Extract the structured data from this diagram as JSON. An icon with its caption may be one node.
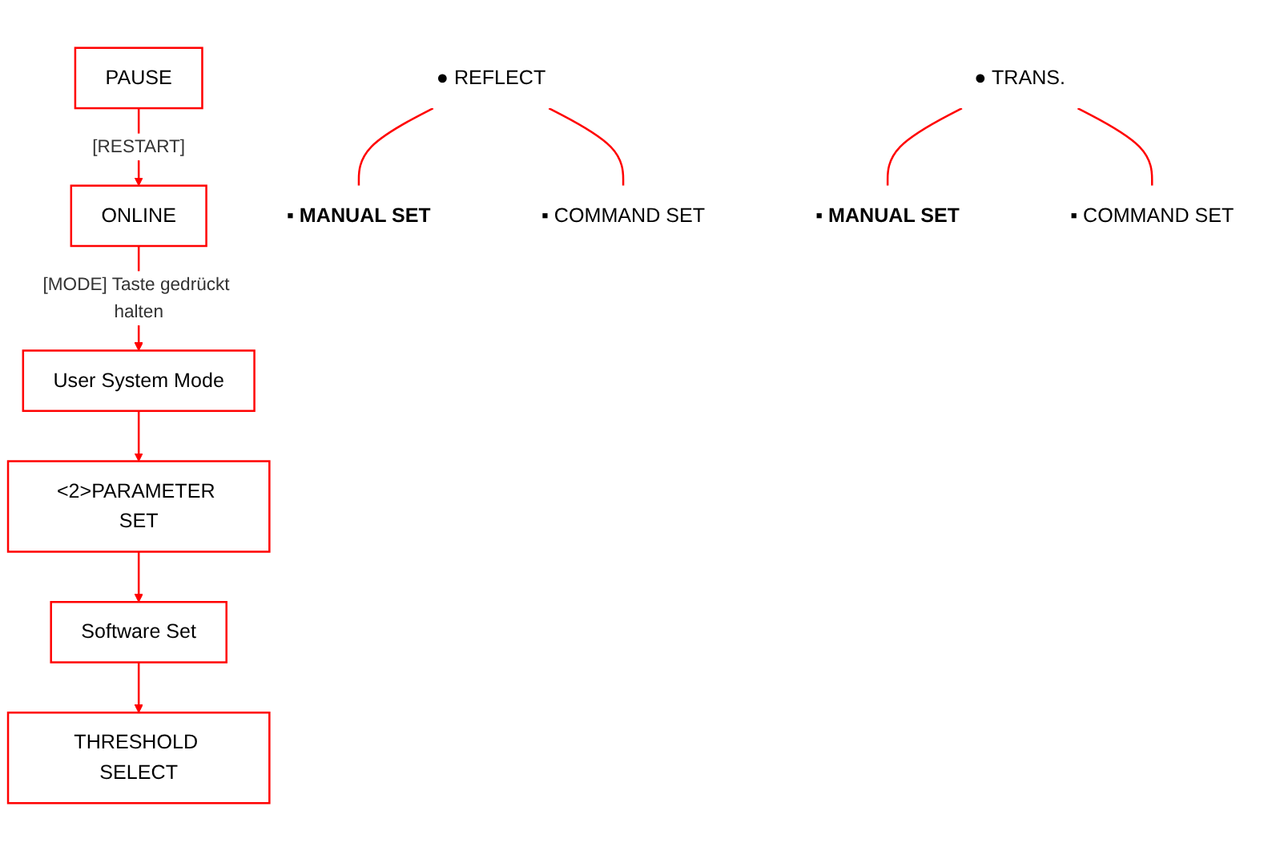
{
  "diagram": {
    "nodes": [
      {
        "text": [
          "PAUSE"
        ]
      },
      {
        "text": [
          "ONLINE"
        ]
      },
      {
        "text": [
          "User System Mode"
        ]
      },
      {
        "text": [
          "<2>PARAMETER SET"
        ]
      },
      {
        "text": [
          "Software Set"
        ]
      },
      {
        "text": [
          "THRESHOLD SELECT"
        ]
      },
      {
        "text": [
          "● REFLECT"
        ]
      },
      {
        "text": [
          "▪ MANUAL SET"
        ]
      },
      {
        "text": [
          "▪ COMMAND SET"
        ]
      },
      {
        "text": [
          "● TRANS."
        ]
      },
      {
        "text": [
          "▪ MANUAL SET"
        ]
      },
      {
        "text": [
          "▪ COMMAND SET"
        ]
      }
    ],
    "edges": [
      {
        "from": 0,
        "to": 1,
        "arrow": "to",
        "label": "[RESTART]"
      },
      {
        "from": 1,
        "to": 2,
        "arrow": "to",
        "label": "[MODE] Taste gedrückt halten"
      },
      {
        "from": 2,
        "to": 3,
        "arrow": "to"
      },
      {
        "from": 3,
        "to": 4,
        "arrow": "to"
      },
      {
        "from": 4,
        "to": 5,
        "arrow": "to"
      },
      {
        "from": 6,
        "to": 7,
        "arrow": "none"
      },
      {
        "from": 6,
        "to": 8,
        "arrow": "none"
      },
      {
        "from": 9,
        "to": 10,
        "arrow": "none"
      },
      {
        "from": 9,
        "to": 11,
        "arrow": "none"
      }
    ]
  }
}
